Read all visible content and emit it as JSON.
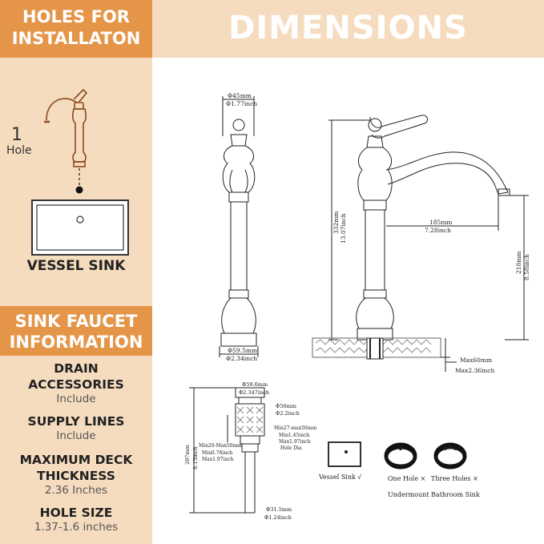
{
  "left": {
    "holes_banner": {
      "line1": "HOLES FOR",
      "line2": "INSTALLATON"
    },
    "hole_count": "1",
    "hole_word": "Hole",
    "sink_label": "VESSEL SINK",
    "info_banner": {
      "line1": "SINK FAUCET",
      "line2": "INFORMATION"
    },
    "specs": [
      {
        "title1": "DRAIN",
        "title2": "ACCESSORIES",
        "value": "Include"
      },
      {
        "title1": "SUPPLY LINES",
        "title2": "",
        "value": "Include"
      },
      {
        "title1": "MAXIMUM DECK",
        "title2": "THICKNESS",
        "value": "2.36 Inches"
      },
      {
        "title1": "HOLE SIZE",
        "title2": "",
        "value": "1.37-1.6 inches"
      }
    ]
  },
  "header": {
    "title": "DIMENSIONS"
  },
  "front_view": {
    "top_mm": "Φ45mm",
    "top_in": "Φ1.77inch",
    "base_mm": "Φ59.5mm",
    "base_in": "Φ2.34inch"
  },
  "side_view": {
    "height_mm": "332mm",
    "height_in": "13.07inch",
    "reach_mm": "185mm",
    "reach_in": "7.28inch",
    "spout_mm": "218mm",
    "spout_in": "8.58inch",
    "deck_mm": "Max60mm",
    "deck_in": "Max2.36inch"
  },
  "drain": {
    "top_mm": "Φ59.6mm",
    "top_in": "Φ2.347inch",
    "mid_mm": "Φ56mm",
    "mid_in": "Φ2.2inch",
    "hole_range_mm": "Min27-max50mm",
    "hole_min_in": "Min1.45inch",
    "hole_max_in": "Max1.97inch",
    "hole_dia": "Hole Dia",
    "thick_range_mm": "Min20-Max50mm",
    "thick_min_in": "Min0.78inch",
    "thick_max_in": "Max1.97inch",
    "height_mm": "207mm",
    "height_in": "8.15inch",
    "bottom_mm": "Φ31.5mm",
    "bottom_in": "Φ1.24inch"
  },
  "sinks": {
    "vessel": "Vessel Sink",
    "vessel_mark": "√",
    "one_hole": "One Hole",
    "one_mark": "×",
    "three_holes": "Three Holes",
    "three_mark": "×",
    "undermount": "Undermount Bathroom Sink"
  },
  "colors": {
    "accent": "#e59548",
    "panel": "#f6dcbf"
  },
  "icons": [
    "faucet-icon",
    "vessel-sink-icon",
    "undermount-sink-icon"
  ]
}
